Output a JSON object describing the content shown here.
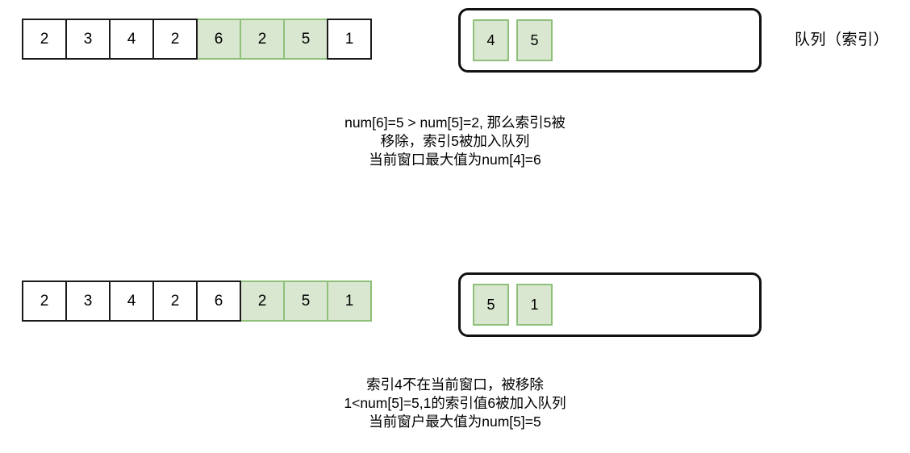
{
  "blocks": [
    {
      "id": "step-1",
      "array": {
        "name": "array-row-top",
        "cells": [
          {
            "value": "2",
            "highlighted": false
          },
          {
            "value": "3",
            "highlighted": false
          },
          {
            "value": "4",
            "highlighted": false
          },
          {
            "value": "2",
            "highlighted": false
          },
          {
            "value": "6",
            "highlighted": true
          },
          {
            "value": "2",
            "highlighted": true
          },
          {
            "value": "5",
            "highlighted": true
          },
          {
            "value": "1",
            "highlighted": false
          }
        ]
      },
      "queue": {
        "name": "queue-box-top",
        "items": [
          "4",
          "5"
        ],
        "label": "队列（索引）"
      },
      "caption": [
        "num[6]=5  > num[5]=2, 那么索引5被",
        "移除，索引5被加入队列",
        "当前窗口最大值为num[4]=6"
      ]
    },
    {
      "id": "step-2",
      "array": {
        "name": "array-row-bottom",
        "cells": [
          {
            "value": "2",
            "highlighted": false
          },
          {
            "value": "3",
            "highlighted": false
          },
          {
            "value": "4",
            "highlighted": false
          },
          {
            "value": "2",
            "highlighted": false
          },
          {
            "value": "6",
            "highlighted": false
          },
          {
            "value": "2",
            "highlighted": true
          },
          {
            "value": "5",
            "highlighted": true
          },
          {
            "value": "1",
            "highlighted": true
          }
        ]
      },
      "queue": {
        "name": "queue-box-bottom",
        "items": [
          "5",
          "1"
        ],
        "label": ""
      },
      "caption": [
        "索引4不在当前窗口，被移除",
        "1<num[5]=5,1的索引值6被加入队列",
        "当前窗户最大值为num[5]=5"
      ]
    }
  ],
  "colors": {
    "highlight_fill": "#d9e7d0",
    "highlight_border": "#8fc07a",
    "cell_border": "#1a1a1a",
    "text": "#000000",
    "background": "#ffffff"
  }
}
